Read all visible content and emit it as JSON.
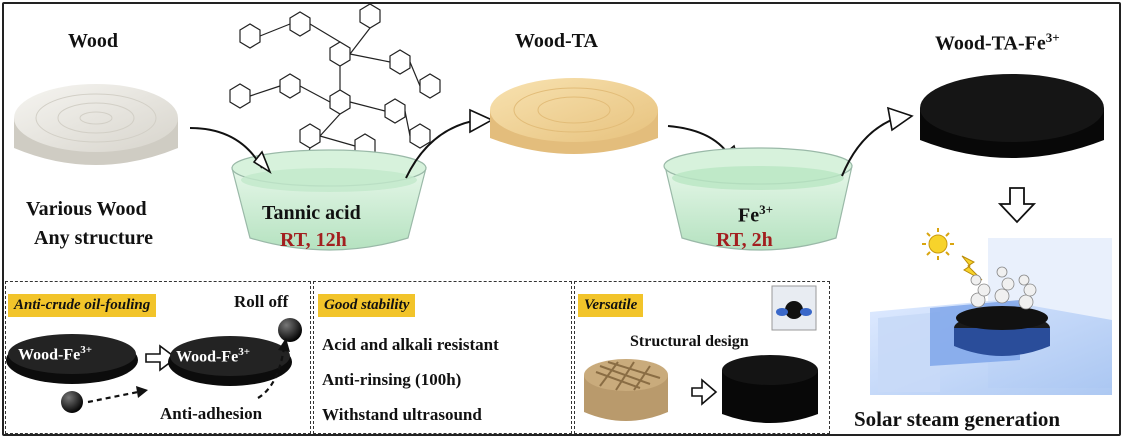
{
  "top": {
    "wood_label": "Wood",
    "wood_ta_label": "Wood-TA",
    "wood_ta_fe_label": "Wood-TA-Fe",
    "wood_ta_fe_sup": "3+",
    "various_wood": "Various Wood",
    "any_structure": "Any structure",
    "tannic_acid": "Tannic acid",
    "rt_12h": "RT, 12h",
    "fe_label": "Fe",
    "fe_sup": "3+",
    "rt_2h": "RT, 2h",
    "solar_steam": "Solar steam generation"
  },
  "panels": {
    "fouling": {
      "tag": "Anti-crude oil-fouling",
      "roll_off": "Roll off",
      "puck1": "Wood-Fe",
      "puck1_sup": "3+",
      "puck2": "Wood-Fe",
      "puck2_sup": "3+",
      "anti_adhesion": "Anti-adhesion"
    },
    "stability": {
      "tag": "Good stability",
      "items": [
        "Acid and alkali resistant",
        "Anti-rinsing (100h)",
        "Withstand ultrasound"
      ]
    },
    "versatile": {
      "tag": "Versatile",
      "structural_design": "Structural design"
    }
  },
  "colors": {
    "wood_white": "#e8e6e0",
    "wood_ta": "#f1d49a",
    "wood_black": "#0c0c0c",
    "solution_green": "#c9eccf",
    "tag_yellow": "#f2c42a",
    "accent_red": "#a21f1f"
  }
}
